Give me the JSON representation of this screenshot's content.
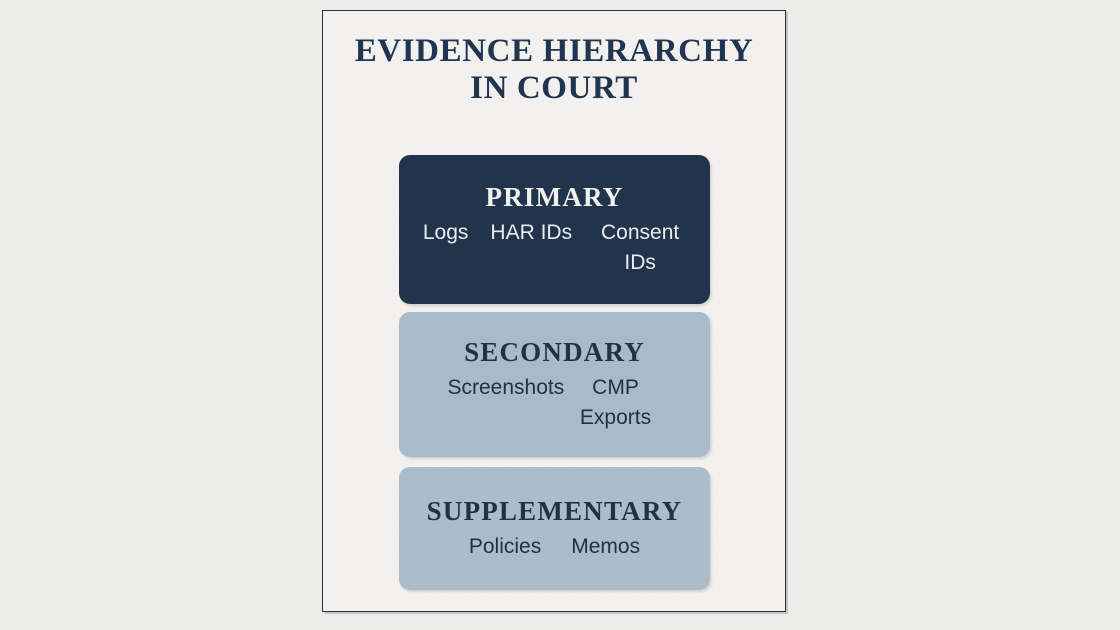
{
  "poster": {
    "title_line_1": "EVIDENCE HIERARCHY",
    "title_line_2": "IN COURT",
    "badge_icon": "shield-icon",
    "colors": {
      "page_background": "#ececea",
      "poster_background": "#f2f1ef",
      "poster_border": "#2b3038",
      "title_text": "#20354f",
      "primary_fill": "#22344b",
      "primary_text": "#f1f1ef",
      "secondary_fill": "#a9bbc9",
      "supplementary_fill": "#abbcca",
      "light_tier_text": "#1e3248"
    },
    "tiers": [
      {
        "id": "primary",
        "heading": "PRIMARY",
        "items": [
          "Logs",
          "HAR IDs",
          "Consent IDs"
        ]
      },
      {
        "id": "secondary",
        "heading": "SECONDARY",
        "items": [
          "Screenshots",
          "CMP Exports"
        ]
      },
      {
        "id": "supplementary",
        "heading": "SUPPLEMENTARY",
        "items": [
          "Policies",
          "Memos"
        ]
      }
    ]
  }
}
